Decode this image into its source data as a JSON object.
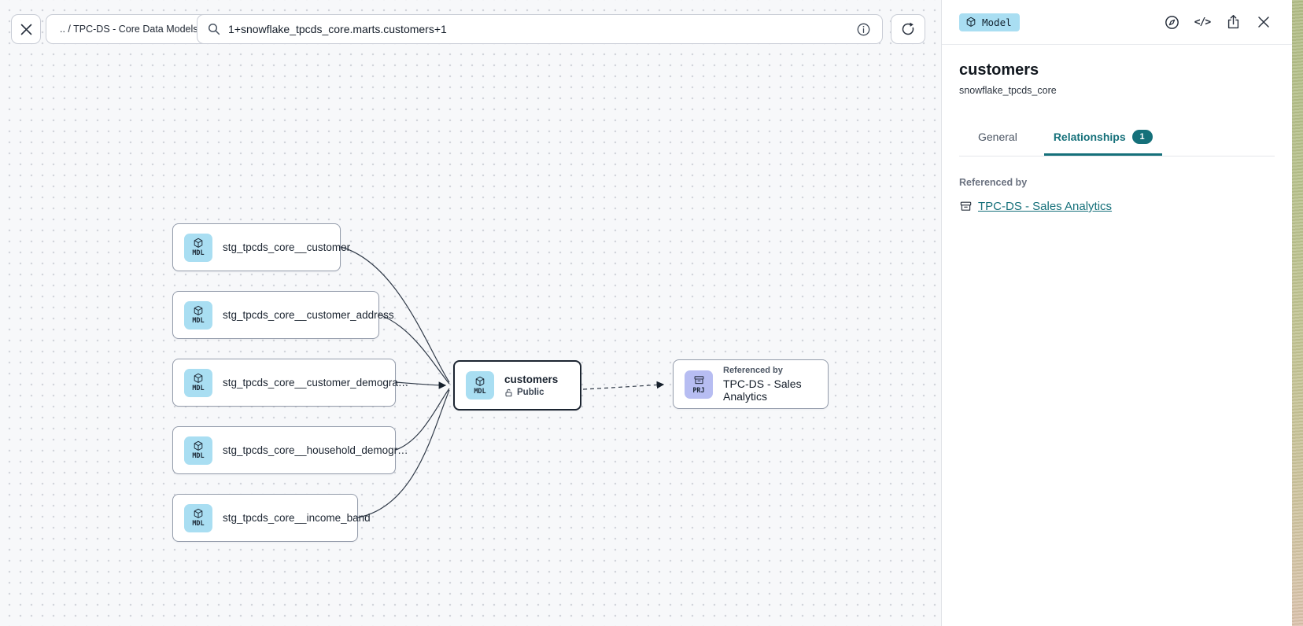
{
  "topbar": {
    "breadcrumb": ".. / TPC-DS - Core Data Models",
    "search_value": "1+snowflake_tpcds_core.marts.customers+1"
  },
  "canvas": {
    "nodes": [
      {
        "badge": "MDL",
        "label": "stg_tpcds_core__customer"
      },
      {
        "badge": "MDL",
        "label": "stg_tpcds_core__customer_address"
      },
      {
        "badge": "MDL",
        "label": "stg_tpcds_core__customer_demogra…"
      },
      {
        "badge": "MDL",
        "label": "stg_tpcds_core__household_demogr…"
      },
      {
        "badge": "MDL",
        "label": "stg_tpcds_core__income_band"
      },
      {
        "badge": "MDL",
        "label": "customers",
        "visibility": "Public"
      },
      {
        "badge": "PRJ",
        "toplabel": "Referenced by",
        "label": "TPC-DS - Sales Analytics"
      }
    ]
  },
  "panel": {
    "type_badge": "Model",
    "code_glyph": "</>",
    "title": "customers",
    "subtitle": "snowflake_tpcds_core",
    "tabs": {
      "general": "General",
      "relationships": "Relationships",
      "relationships_count": "1"
    },
    "referenced_by_heading": "Referenced by",
    "referenced_by_link": "TPC-DS - Sales Analytics"
  },
  "colors": {
    "accent_teal": "#15707a",
    "model_badge_blue": "#a9def2",
    "project_badge_purple": "#b7bdf2",
    "selected_node_border": "#1c2531"
  }
}
